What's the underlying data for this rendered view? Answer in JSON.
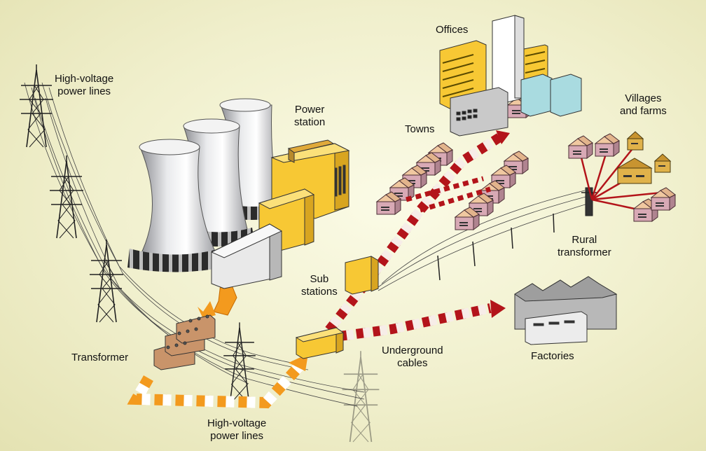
{
  "labels": {
    "hv_lines_top": [
      "High-voltage",
      "power lines"
    ],
    "power_station": [
      "Power",
      "station"
    ],
    "offices": "Offices",
    "towns": "Towns",
    "villages": [
      "Villages",
      "and farms"
    ],
    "rural_transformer": [
      "Rural",
      "transformer"
    ],
    "sub_stations": [
      "Sub",
      "stations"
    ],
    "transformer": "Transformer",
    "underground": [
      "Underground",
      "cables"
    ],
    "factories": "Factories",
    "hv_lines_bottom": [
      "High-voltage",
      "power lines"
    ]
  },
  "colors": {
    "background": "#f0efcc",
    "power_flow": "#f39a1e",
    "distribution_flow": "#b3141a",
    "substation": "#f7c834",
    "cooling_tower": "#dcdde0",
    "houses": "#d8a9b5",
    "factory": "#c9c9c9"
  }
}
